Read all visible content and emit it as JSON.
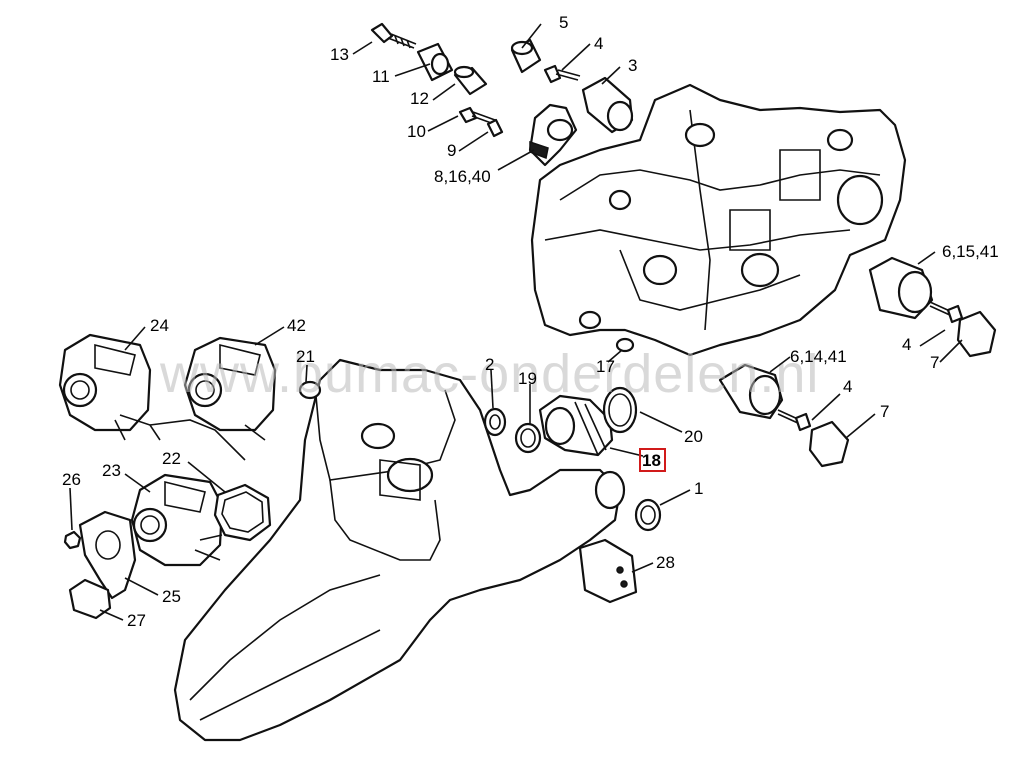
{
  "callouts": {
    "c13": "13",
    "c5": "5",
    "c4a": "4",
    "c3": "3",
    "c11": "11",
    "c12": "12",
    "c10": "10",
    "c9": "9",
    "c81640": "8,16,40",
    "c61541": "6,15,41",
    "c4b": "4",
    "c7a": "7",
    "c24": "24",
    "c42": "42",
    "c21": "21",
    "c2": "2",
    "c19": "19",
    "c17": "17",
    "c61441": "6,14,41",
    "c4c": "4",
    "c7b": "7",
    "c20": "20",
    "c18": "18",
    "c26": "26",
    "c23": "23",
    "c22": "22",
    "c1": "1",
    "c25": "25",
    "c28": "28",
    "c27": "27"
  },
  "highlight": {
    "part": "18",
    "color": "#d11a1a"
  },
  "watermark": "www.bumac-onderdelen.nl"
}
